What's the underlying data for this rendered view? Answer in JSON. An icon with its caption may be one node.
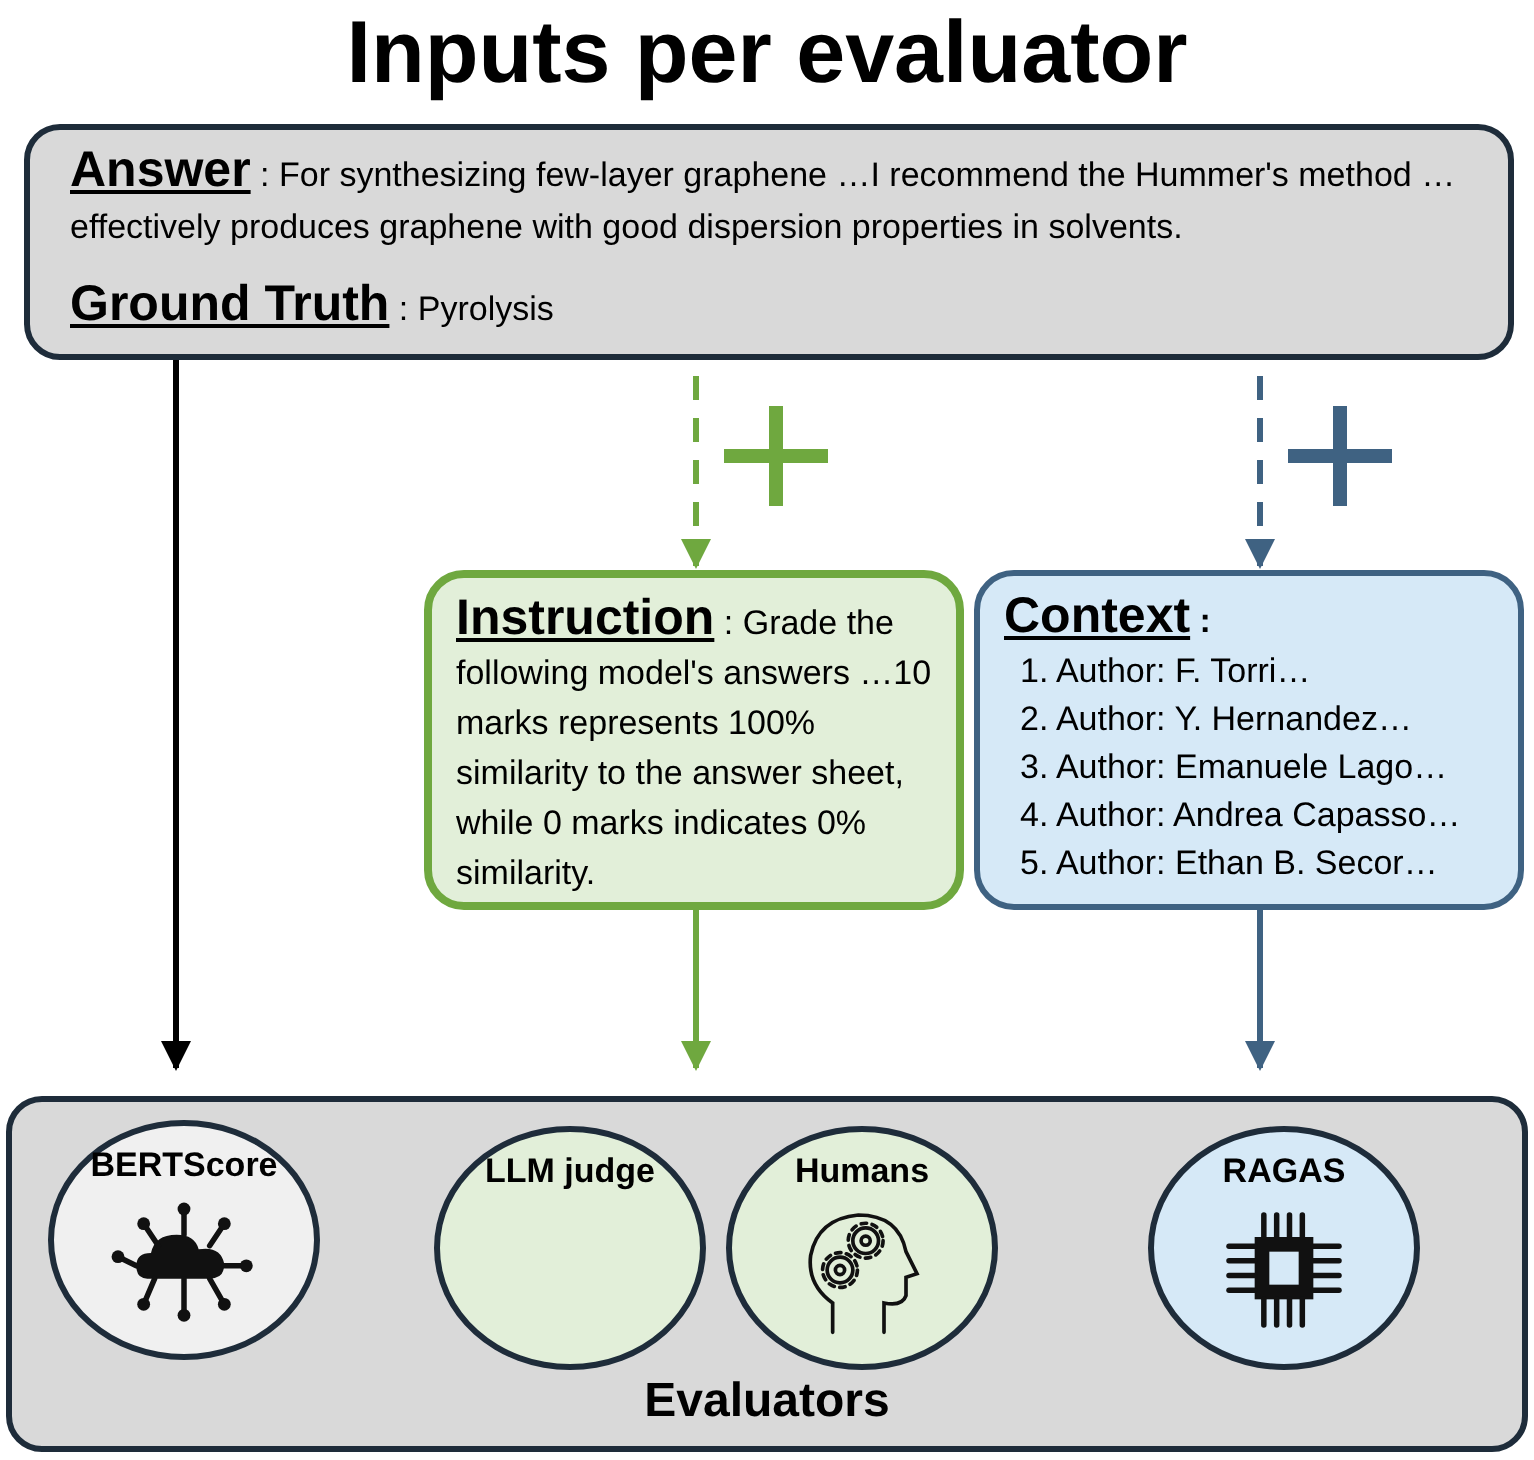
{
  "diagram": {
    "title": "Inputs per evaluator",
    "nodes": [
      {
        "text": [
          "Answer",
          ": For synthesizing few-layer graphene …I recommend the Hummer's method … effectively produces graphene with good dispersion properties in solvents.",
          "Ground Truth",
          ": Pyrolysis"
        ]
      },
      {
        "text": [
          "Instruction",
          ": Grade the following model's answers …10 marks represents 100% similarity to the answer sheet, while 0 marks indicates 0% similarity."
        ]
      },
      {
        "text": [
          "Context",
          ":",
          "1. Author: F. Torri…",
          "2. Author: Y. Hernandez…",
          "3. Author: Emanuele Lago…",
          "4. Author: Andrea Capasso…",
          "5. Author: Ethan B. Secor…"
        ]
      },
      {
        "text": [
          "Evaluators"
        ]
      },
      {
        "text": [
          "BERTScore"
        ],
        "in": 3
      },
      {
        "text": [
          "LLM judge"
        ],
        "in": 3
      },
      {
        "text": [
          "Humans"
        ],
        "in": 3
      },
      {
        "text": [
          "RAGAS"
        ],
        "in": 3
      }
    ],
    "edges": [
      {
        "from": 0,
        "to": 3,
        "arrow": "to",
        "color": "#000000"
      },
      {
        "from": 0,
        "to": 1,
        "arrow": "to",
        "style": "dashed",
        "color": "#6fa83f"
      },
      {
        "from": 0,
        "to": 2,
        "arrow": "to",
        "style": "dashed",
        "color": "#3f6282"
      },
      {
        "from": 1,
        "to": 3,
        "arrow": "to",
        "color": "#6fa83f"
      },
      {
        "from": 2,
        "to": 3,
        "arrow": "to",
        "color": "#3f6282"
      }
    ]
  }
}
